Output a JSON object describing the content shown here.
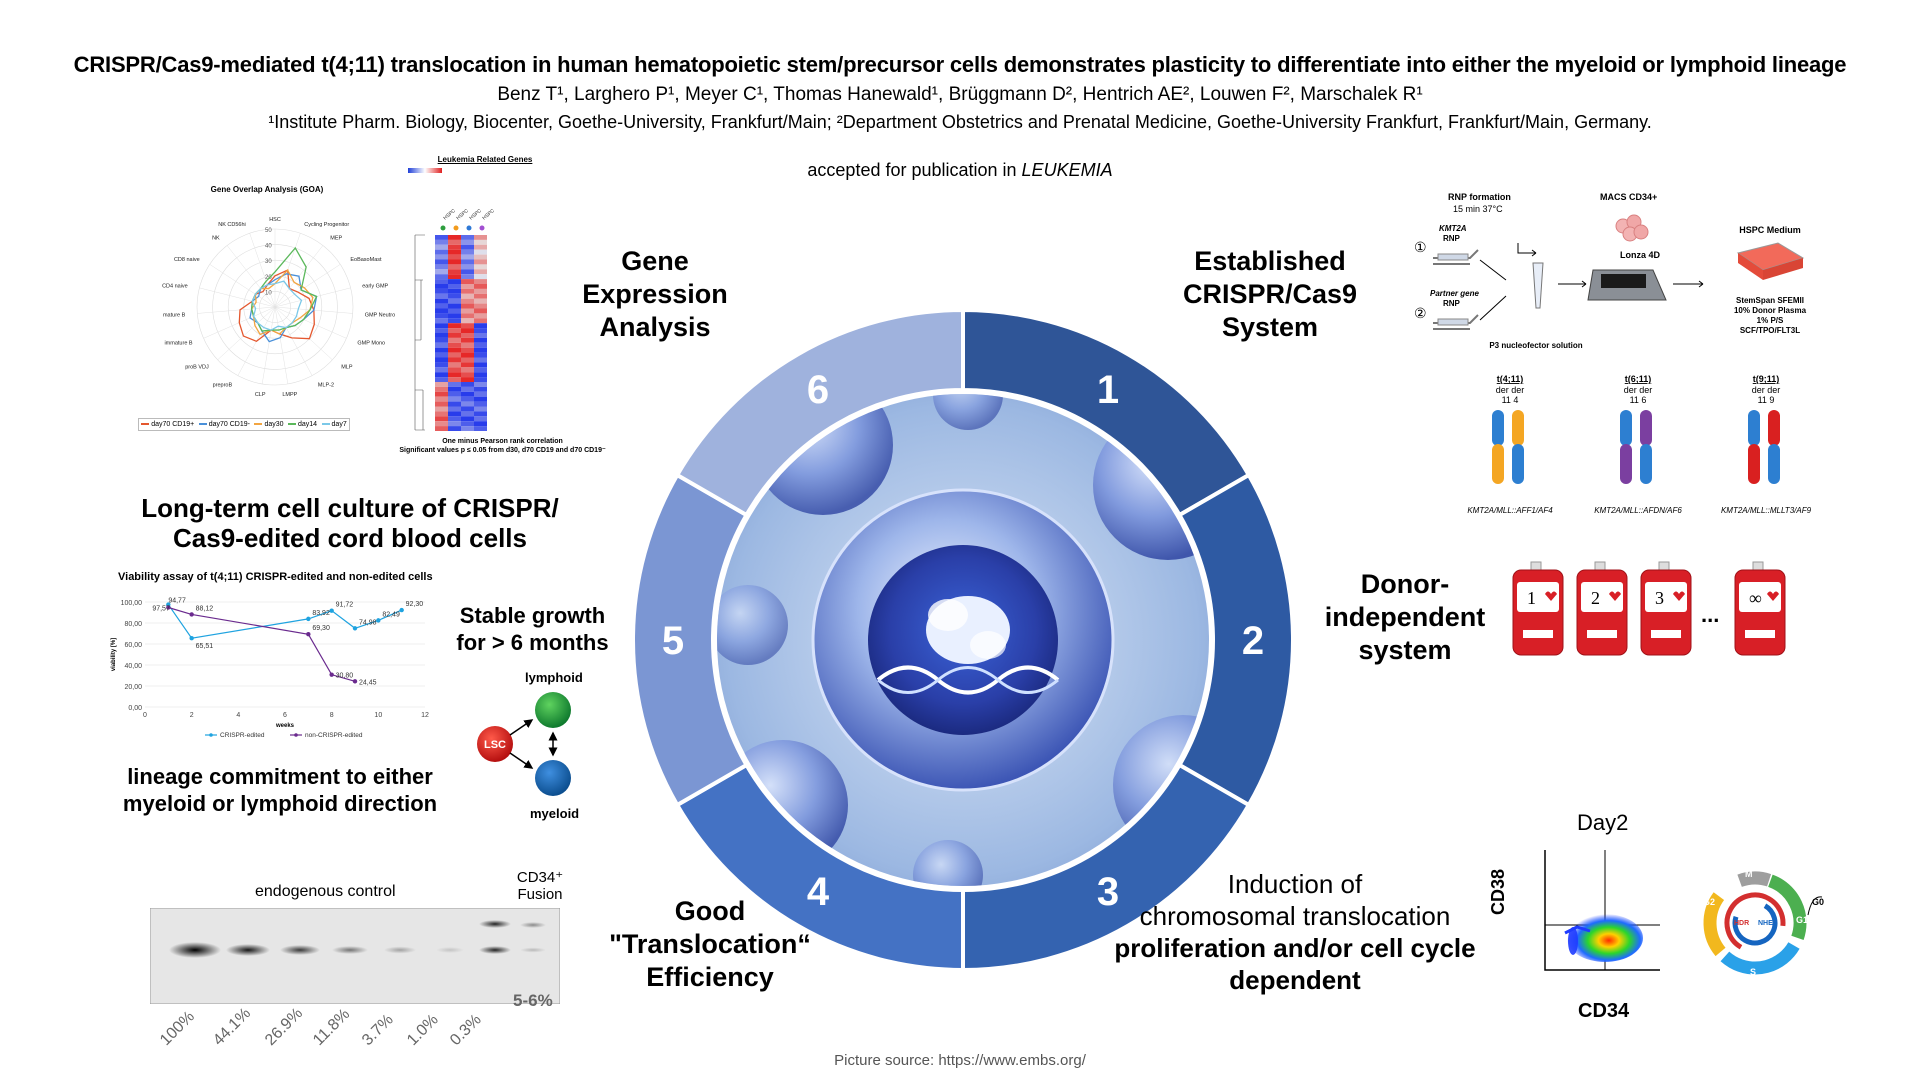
{
  "header": {
    "title": "CRISPR/Cas9-mediated t(4;11) translocation in human hematopoietic stem/precursor cells demonstrates plasticity to differentiate into either the myeloid or lymphoid lineage",
    "authors": "Benz T¹, Larghero P¹, Meyer C¹, Thomas Hanewald¹, Brüggmann D², Hentrich AE², Louwen F², Marschalek R¹",
    "affiliations": "¹Institute Pharm. Biology, Biocenter, Goethe-University, Frankfurt/Main; ²Department Obstetrics and Prenatal Medicine, Goethe-University Frankfurt, Frankfurt/Main, Germany.",
    "accepted_prefix": "accepted for publication in ",
    "accepted_journal": "LEUKEMIA"
  },
  "wheel": {
    "segments": [
      {
        "number": "1",
        "label": "Established CRISPR/Cas9 System",
        "color": "#2f5597"
      },
      {
        "number": "2",
        "label": "Donor-independent system",
        "color": "#2e5aa3"
      },
      {
        "number": "3",
        "label": "Induction of chromosomal translocation",
        "color": "#3463b0"
      },
      {
        "number": "4",
        "label": "Good \"Translocation“ Efficiency",
        "color": "#4472c4"
      },
      {
        "number": "5",
        "label": "Long-term cell culture",
        "color": "#7b96d3"
      },
      {
        "number": "6",
        "label": "Gene Expression Analysis",
        "color": "#9fb2dd"
      }
    ]
  },
  "labels": {
    "gene_expression": [
      "Gene",
      "Expression",
      "Analysis"
    ],
    "established": [
      "Established",
      "CRISPR/Cas9",
      "System"
    ],
    "donor": [
      "Donor-",
      "independent",
      "system"
    ],
    "good": [
      "Good",
      "\"Translocation“",
      "Efficiency"
    ],
    "induction_line1": "Induction of",
    "induction_line2": "chromosomal translocation",
    "induction_line3": "proliferation and/or cell cycle",
    "induction_line4": "dependent",
    "longterm_line1": "Long-term cell culture of CRISPR/",
    "longterm_line2": "Cas9-edited cord blood cells",
    "stable_line1": "Stable growth",
    "stable_line2": "for > 6 months",
    "lineage_line1": "lineage commitment to either",
    "lineage_line2": "myeloid or lymphoid direction",
    "lymphoid": "lymphoid",
    "myeloid": "myeloid",
    "lsc": "LSC",
    "endogenous": "endogenous control",
    "cd34_line1": "CD34⁺",
    "cd34_line2": "Fusion",
    "day2": "Day2",
    "cd38": "CD38",
    "cd34": "CD34",
    "blood_bags": [
      "1",
      "2",
      "3",
      "∞"
    ],
    "ellipsis": "..."
  },
  "goa": {
    "title": "Gene Overlap Analysis (GOA)",
    "axes": [
      "HSC",
      "Cycling Progenitor",
      "MEP",
      "EoBasoMast",
      "early GMP",
      "GMP Neutro",
      "GMP Mono",
      "MLP",
      "MLP-2",
      "LMPP",
      "CLP",
      "preproB",
      "proB VDJ",
      "immature B",
      "mature B",
      "CD4 naive",
      "CD8 naive",
      "NK",
      "NK CD56hi"
    ],
    "ticks": [
      "10",
      "20",
      "30",
      "40",
      "50"
    ],
    "legend": [
      "day70 CD19+",
      "day70 CD19-",
      "day30",
      "day14",
      "day7"
    ],
    "legend_colors": [
      "#e4572e",
      "#4a90d9",
      "#f2a541",
      "#5bb85b",
      "#7bc8e8"
    ]
  },
  "heatmap": {
    "title": "Leukemia Related Genes",
    "caption_line1": "One minus Pearson rank correlation",
    "caption_line2": "Significant values p ≤ 0.05 from d30, d70 CD19 and d70 CD19⁻"
  },
  "protocol": {
    "rnp_formation": "RNP formation",
    "rnp_time": "15 min 37°C",
    "kmt2a": "KMT2A",
    "rnp": "RNP",
    "partner": "Partner gene",
    "rnp2": "RNP",
    "macs": "MACS CD34+",
    "lonza": "Lonza 4D",
    "p3": "P3 nucleofector solution",
    "hspc": "HSPC Medium",
    "medium_lines": [
      "StemSpan SFEMII",
      "10% Donor Plasma",
      "1% P/S",
      "SCF/TPO/FLT3L"
    ],
    "step1": "①",
    "step2": "②"
  },
  "chromosomes": {
    "groups": [
      {
        "name": "t(4;11)",
        "der": "der der",
        "nums": "11  4",
        "fusion": "KMT2A/MLL::AFF1/AF4",
        "c1a": "#2d7fd1",
        "c1b": "#f4a623",
        "c2a": "#f4a623",
        "c2b": "#2d7fd1"
      },
      {
        "name": "t(6;11)",
        "der": "der der",
        "nums": "11  6",
        "fusion": "KMT2A/MLL::AFDN/AF6",
        "c1a": "#2d7fd1",
        "c1b": "#7b3fa0",
        "c2a": "#7b3fa0",
        "c2b": "#2d7fd1"
      },
      {
        "name": "t(9;11)",
        "der": "der der",
        "nums": "11  9",
        "fusion": "KMT2A/MLL::MLLT3/AF9",
        "c1a": "#2d7fd1",
        "c1b": "#d92020",
        "c2a": "#d92020",
        "c2b": "#2d7fd1"
      }
    ]
  },
  "viability": {
    "title": "Viability assay of t(4;11) CRISPR-edited and non-edited cells"
  },
  "chart_data": {
    "type": "line",
    "title": "Viability assay of t(4;11) CRISPR-edited and non-edited cells",
    "xlabel": "weeks",
    "ylabel": "viability [%]",
    "xlim": [
      0,
      12
    ],
    "ylim": [
      0,
      100
    ],
    "xticks": [
      "0",
      "2",
      "4",
      "6",
      "8",
      "10",
      "12"
    ],
    "yticks": [
      "0,00",
      "20,00",
      "40,00",
      "60,00",
      "80,00",
      "100,00"
    ],
    "series": [
      {
        "name": "CRISPR-edited",
        "color": "#1fa3e0",
        "x": [
          1,
          2,
          7,
          8,
          9,
          10,
          11
        ],
        "y": [
          97.57,
          65.51,
          83.92,
          91.72,
          74.98,
          82.49,
          92.3
        ],
        "labels": [
          "97,57",
          "65,51",
          "83,92",
          "91,72",
          "74,98",
          "82,49",
          "92,30"
        ]
      },
      {
        "name": "non-CRISPR-edited",
        "color": "#6a2a8e",
        "x": [
          1,
          2,
          7,
          8,
          9
        ],
        "y": [
          94.77,
          88.12,
          69.3,
          30.8,
          24.45
        ],
        "labels": [
          "94,77",
          "88,12",
          "69,30",
          "30,80",
          "24,45"
        ]
      }
    ]
  },
  "gel": {
    "percentages": [
      "100%",
      "44.1%",
      "26.9%",
      "11.8%",
      "3.7%",
      "1.0%",
      "0.3%"
    ],
    "fusion_pct": "5-6%"
  },
  "cellcycle": {
    "phases": [
      "M",
      "G0",
      "G1",
      "S",
      "G2"
    ],
    "repair": [
      "HDR",
      "NHEJ"
    ]
  },
  "footer": {
    "source": "Picture source: https://www.embs.org/"
  }
}
